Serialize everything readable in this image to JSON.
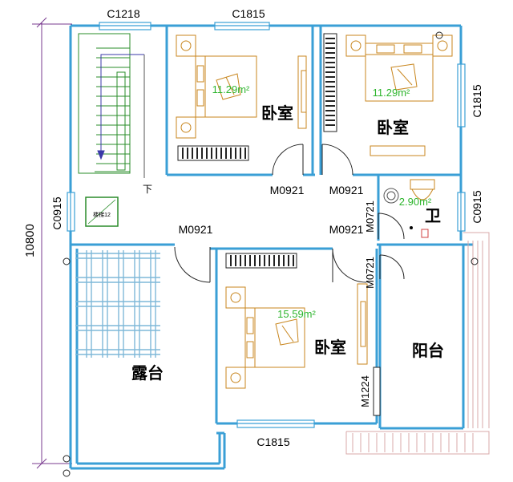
{
  "drawing": {
    "overall_dimension": "10800",
    "rooms": {
      "bedroom_tl": {
        "name": "卧室",
        "area": "11.29m²"
      },
      "bedroom_tr": {
        "name": "卧室",
        "area": "11.29m²"
      },
      "bedroom_bottom": {
        "name": "卧室",
        "area": "15.59m²"
      },
      "bathroom": {
        "name": "卫",
        "area": "2.90m²"
      },
      "terrace": {
        "name": "露台"
      },
      "balcony": {
        "name": "阳台"
      }
    },
    "windows": {
      "w_top_left": "C1218",
      "w_top_mid": "C1815",
      "w_right_top": "C1815",
      "w_left_mid": "C0915",
      "w_right_mid": "C0915",
      "w_bottom": "C1815"
    },
    "doors": {
      "d_bed_tl": "M0921",
      "d_bed_tr": "M0921",
      "d_bath": "M0721",
      "d_bed_bottom": "M0921",
      "d_terrace": "M0921",
      "d_balcony": "M0721",
      "d_balcony_slide": "M1224"
    },
    "stair_down": "下",
    "equipment_label": "楼梯12"
  },
  "colors": {
    "wall": "#3a9fd6",
    "stair": "#2a8c2a",
    "furniture": "#c8861e",
    "area_text": "#2db52d",
    "dim": "#7a3b8f",
    "pergola": "#7fb8d8"
  }
}
